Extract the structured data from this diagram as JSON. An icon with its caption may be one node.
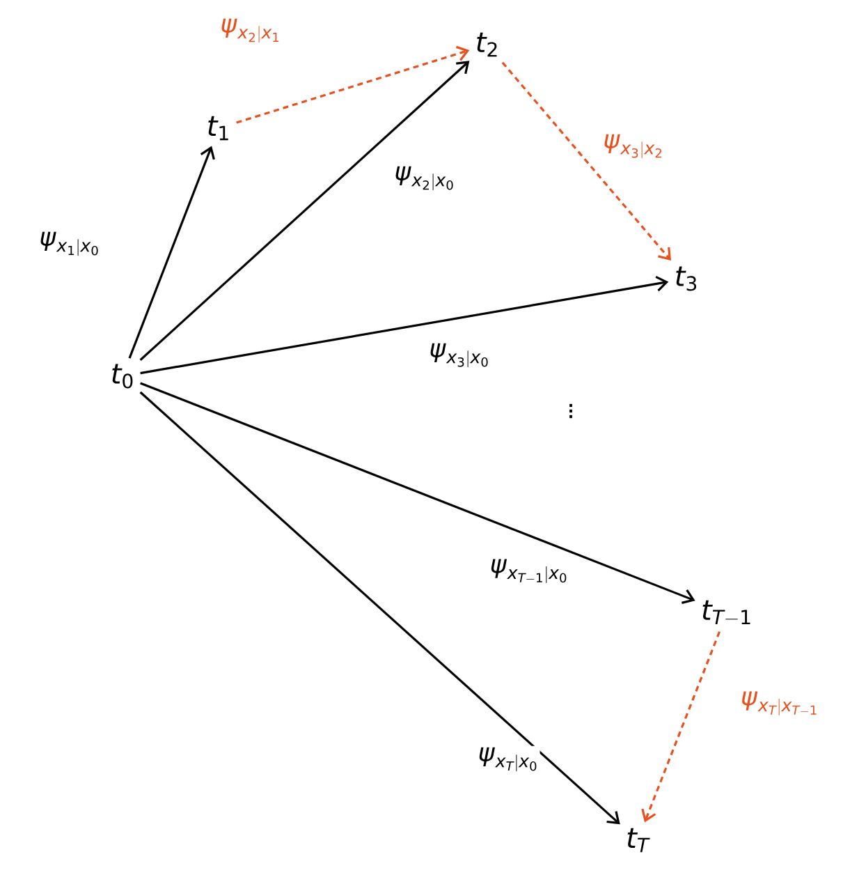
{
  "diagram": {
    "nodes": [
      {
        "text": [
          "t_0"
        ]
      },
      {
        "text": [
          "t_1"
        ]
      },
      {
        "text": [
          "t_2"
        ]
      },
      {
        "text": [
          "t_3"
        ]
      },
      {
        "text": [
          "t_{T-1}"
        ]
      },
      {
        "text": [
          "t_T"
        ]
      }
    ],
    "edges": [
      {
        "from": 0,
        "to": 1,
        "arrow": "to",
        "label": "\\psi_{x_1|x_0}"
      },
      {
        "from": 0,
        "to": 2,
        "arrow": "to",
        "label": "\\psi_{x_2|x_0}"
      },
      {
        "from": 0,
        "to": 3,
        "arrow": "to",
        "label": "\\psi_{x_3|x_0}"
      },
      {
        "from": 0,
        "to": 4,
        "arrow": "to",
        "label": "\\psi_{x_{T-1}|x_0}"
      },
      {
        "from": 0,
        "to": 5,
        "arrow": "to",
        "label": "\\psi_{x_T|x_0}"
      },
      {
        "from": 1,
        "to": 2,
        "arrow": "to",
        "label": "\\psi_{x_2|x_1}",
        "style": "dashed",
        "color": "#e8501e"
      },
      {
        "from": 2,
        "to": 3,
        "arrow": "to",
        "label": "\\psi_{x_3|x_2}",
        "style": "dashed",
        "color": "#e8501e"
      },
      {
        "from": 4,
        "to": 5,
        "arrow": "to",
        "label": "\\psi_{x_T|x_{T-1}}",
        "style": "dashed",
        "color": "#e8501e"
      }
    ],
    "labels": [
      "\\vdots"
    ]
  }
}
